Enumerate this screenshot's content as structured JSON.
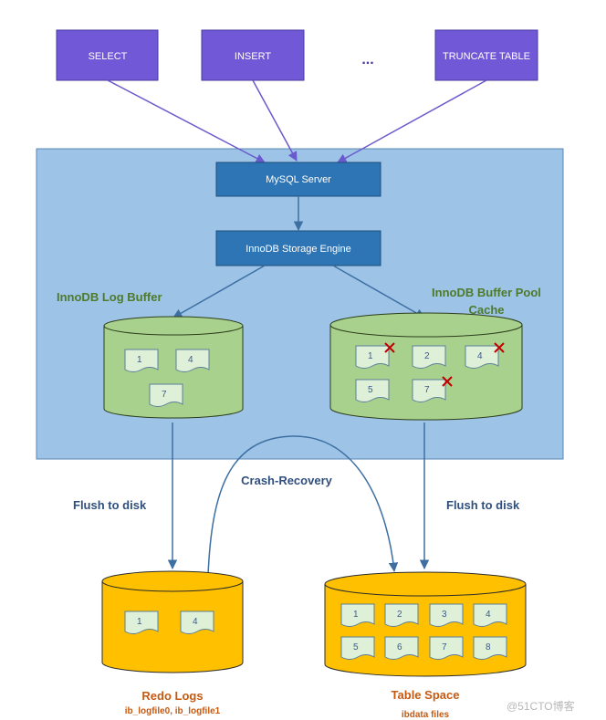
{
  "queries": {
    "select": "SELECT",
    "insert": "INSERT",
    "ellipsis": "...",
    "truncate": "TRUNCATE TABLE"
  },
  "server": {
    "mysql": "MySQL Server",
    "innodb": "InnoDB Storage Engine"
  },
  "log_buffer": {
    "title": "InnoDB Log Buffer",
    "pages": [
      "1",
      "4",
      "7"
    ]
  },
  "buffer_pool": {
    "title_line1": "InnoDB Buffer Pool",
    "title_line2": "Cache",
    "pages": [
      "1",
      "2",
      "4",
      "5",
      "7"
    ]
  },
  "flush_left": "Flush to disk",
  "flush_right": "Flush to disk",
  "crash_recovery": "Crash-Recovery",
  "redo_logs": {
    "title": "Redo Logs",
    "subtitle": "ib_logfile0, ib_logfile1",
    "pages": [
      "1",
      "4"
    ]
  },
  "table_space": {
    "title": "Table Space",
    "subtitle": "ibdata files",
    "pages": [
      "1",
      "2",
      "3",
      "4",
      "5",
      "6",
      "7",
      "8"
    ]
  },
  "watermark": "@51CTO博客",
  "colors": {
    "query_box": "#7158d6",
    "server_box": "#2e75b6",
    "panel": "#9dc3e6",
    "green_cylinder": "#a9d18e",
    "yellow_cylinder": "#ffc000"
  }
}
